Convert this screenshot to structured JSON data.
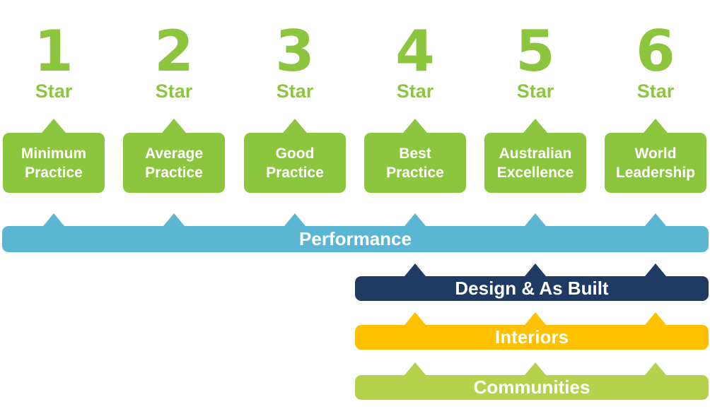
{
  "stars": [
    {
      "number": "1",
      "star_label": "Star",
      "practice": "Minimum Practice"
    },
    {
      "number": "2",
      "star_label": "Star",
      "practice": "Average Practice"
    },
    {
      "number": "3",
      "star_label": "Star",
      "practice": "Good Practice"
    },
    {
      "number": "4",
      "star_label": "Star",
      "practice": "Best Practice"
    },
    {
      "number": "5",
      "star_label": "Star",
      "practice": "Australian Excellence"
    },
    {
      "number": "6",
      "star_label": "Star",
      "practice": "World Leadership"
    }
  ],
  "bars": [
    {
      "label": "Performance",
      "color": "#5BB6D4",
      "applies_to_stars": [
        1,
        2,
        3,
        4,
        5,
        6
      ]
    },
    {
      "label": "Design & As Built",
      "color": "#1F3A63",
      "applies_to_stars": [
        4,
        5,
        6
      ]
    },
    {
      "label": "Interiors",
      "color": "#FFC000",
      "applies_to_stars": [
        4,
        5,
        6
      ]
    },
    {
      "label": "Communities",
      "color": "#B6D24C",
      "applies_to_stars": [
        4,
        5,
        6
      ]
    }
  ],
  "colors": {
    "star_green": "#8CC63F",
    "performance_blue": "#5BB6D4",
    "design_navy": "#1F3A63",
    "interiors_yellow": "#FFC000",
    "communities_green": "#B6D24C",
    "label_text": "#FFFFFF"
  }
}
